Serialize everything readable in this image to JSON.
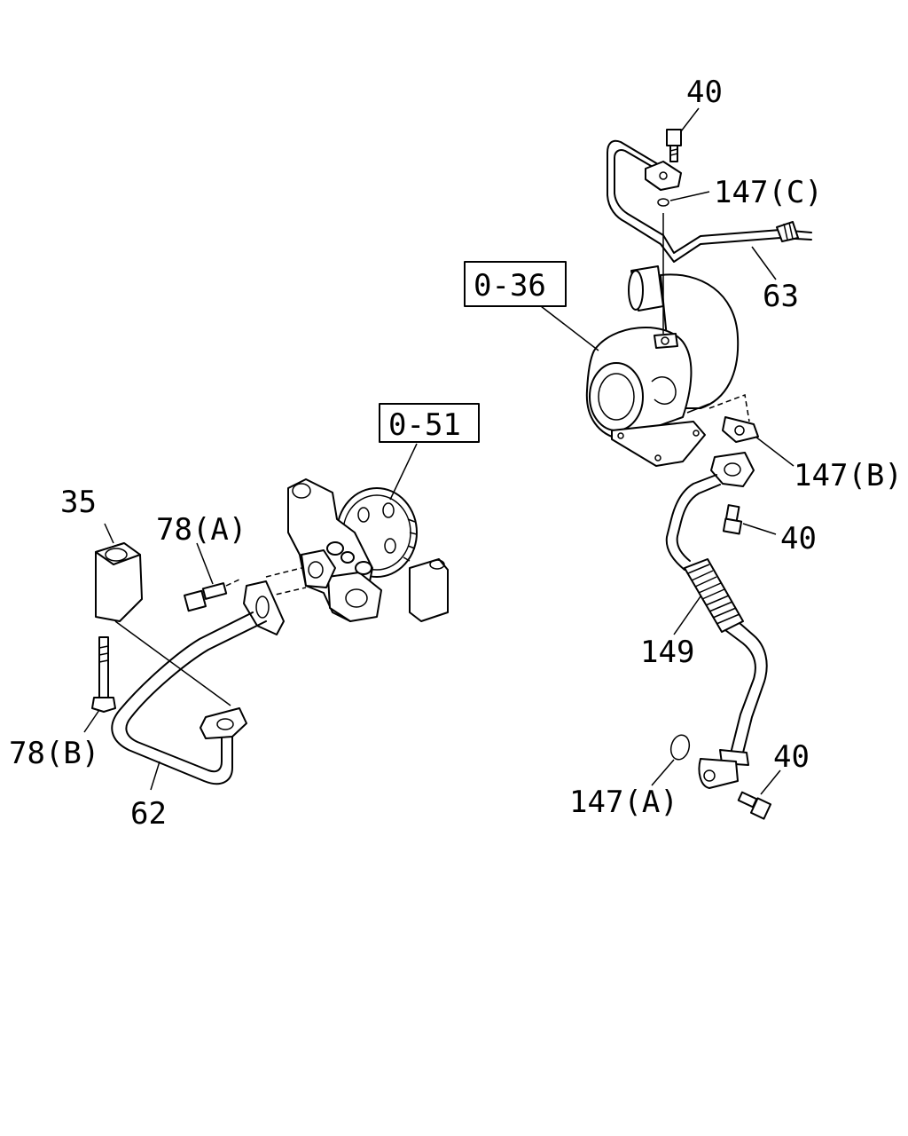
{
  "callouts": {
    "ref_0_36": "0-36",
    "ref_0_51": "0-51",
    "bolt_40_top": "40",
    "oring_147c": "147(C)",
    "pipe_63": "63",
    "gasket_147b": "147(B)",
    "bolt_40_mid": "40",
    "hose_149": "149",
    "bolt_40_bottom": "40",
    "oring_147a": "147(A)",
    "adapter_35": "35",
    "bolt_78a": "78(A)",
    "bolt_78b": "78(B)",
    "pipe_62": "62"
  }
}
